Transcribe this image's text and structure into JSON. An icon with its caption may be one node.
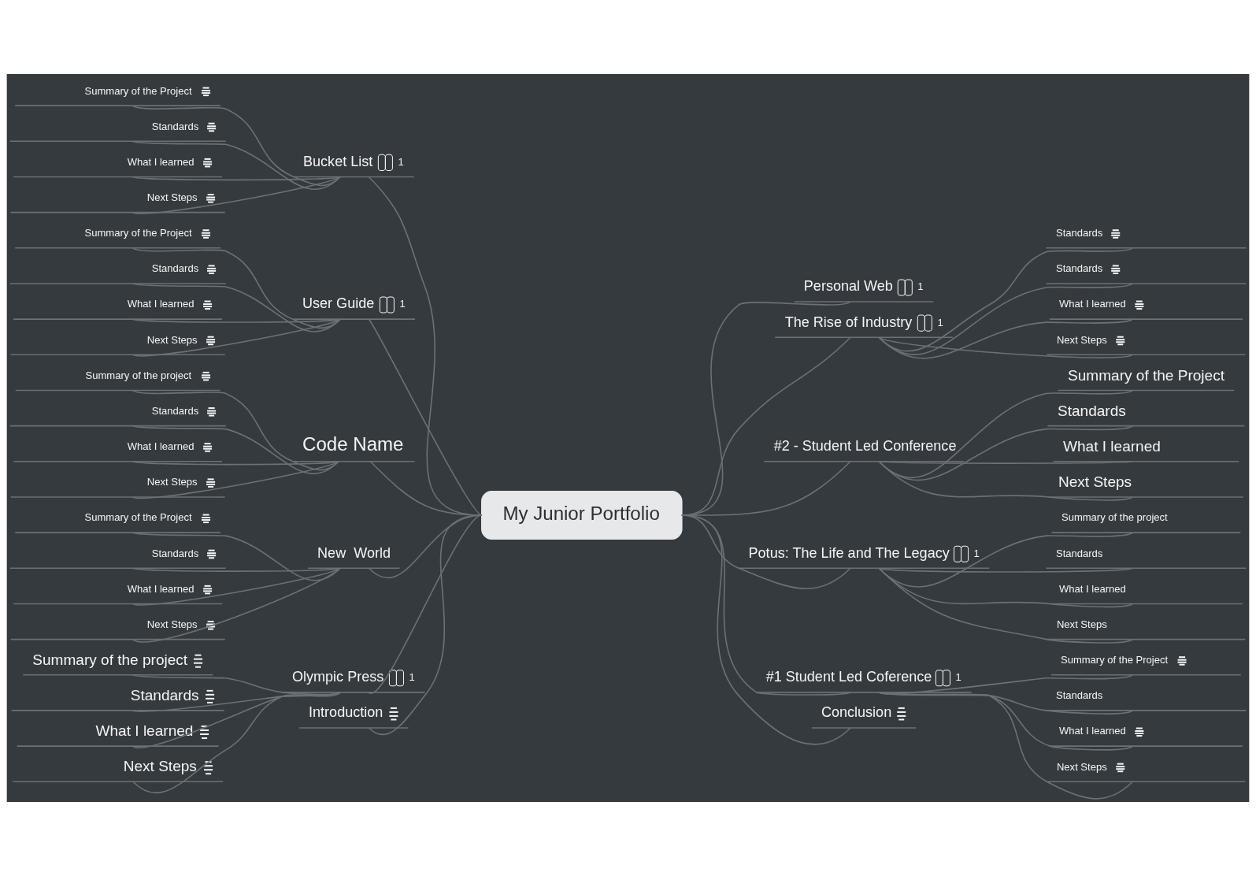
{
  "diagram": {
    "nodes": [
      {
        "text": [
          "My Junior Portfolio"
        ]
      },
      {
        "text": [
          "Bucket List",
          "1"
        ]
      },
      {
        "text": [
          "Summary of the Project"
        ]
      },
      {
        "text": [
          "Standards"
        ]
      },
      {
        "text": [
          "What I learned"
        ]
      },
      {
        "text": [
          "Next Steps"
        ]
      },
      {
        "text": [
          "User Guide",
          "1"
        ]
      },
      {
        "text": [
          "Summary of the Project"
        ]
      },
      {
        "text": [
          "Standards"
        ]
      },
      {
        "text": [
          "What I learned"
        ]
      },
      {
        "text": [
          "Next Steps"
        ]
      },
      {
        "text": [
          "Code Name"
        ]
      },
      {
        "text": [
          "Summary of the project"
        ]
      },
      {
        "text": [
          "Standards"
        ]
      },
      {
        "text": [
          "What I learned"
        ]
      },
      {
        "text": [
          "Next Steps"
        ]
      },
      {
        "text": [
          "New  World"
        ]
      },
      {
        "text": [
          "Summary of the Project"
        ]
      },
      {
        "text": [
          "Standards"
        ]
      },
      {
        "text": [
          "What I learned"
        ]
      },
      {
        "text": [
          "Next Steps"
        ]
      },
      {
        "text": [
          "Olympic Press",
          "1"
        ]
      },
      {
        "text": [
          "Summary of the project"
        ]
      },
      {
        "text": [
          "Standards"
        ]
      },
      {
        "text": [
          "What I learned"
        ]
      },
      {
        "text": [
          "Next Steps"
        ]
      },
      {
        "text": [
          "Introduction"
        ]
      },
      {
        "text": [
          "Personal Web",
          "1"
        ]
      },
      {
        "text": [
          "The Rise of Industry",
          "1"
        ]
      },
      {
        "text": [
          "Standards"
        ]
      },
      {
        "text": [
          "Standards"
        ]
      },
      {
        "text": [
          "What I learned"
        ]
      },
      {
        "text": [
          "Next Steps"
        ]
      },
      {
        "text": [
          "#2 - Student Led Conference"
        ]
      },
      {
        "text": [
          "Summary of the Project"
        ]
      },
      {
        "text": [
          "Standards"
        ]
      },
      {
        "text": [
          "What I learned"
        ]
      },
      {
        "text": [
          "Next Steps"
        ]
      },
      {
        "text": [
          "Potus: The Life and The Legacy",
          "1"
        ]
      },
      {
        "text": [
          "Summary of the project"
        ]
      },
      {
        "text": [
          "Standards"
        ]
      },
      {
        "text": [
          "What I learned"
        ]
      },
      {
        "text": [
          "Next Steps"
        ]
      },
      {
        "text": [
          "#1 Student Led Coference",
          "1"
        ]
      },
      {
        "text": [
          "Summary of the Project"
        ]
      },
      {
        "text": [
          "Standards"
        ]
      },
      {
        "text": [
          "What I learned"
        ]
      },
      {
        "text": [
          "Next Steps"
        ]
      },
      {
        "text": [
          "Conclusion"
        ]
      }
    ],
    "edges": [
      {
        "from": 2,
        "to": 1,
        "arrow": "none"
      },
      {
        "from": 3,
        "to": 1,
        "arrow": "none"
      },
      {
        "from": 4,
        "to": 1,
        "arrow": "none"
      },
      {
        "from": 5,
        "to": 1,
        "arrow": "none"
      },
      {
        "from": 1,
        "to": 0,
        "arrow": "none"
      },
      {
        "from": 7,
        "to": 6,
        "arrow": "none"
      },
      {
        "from": 8,
        "to": 6,
        "arrow": "none"
      },
      {
        "from": 9,
        "to": 6,
        "arrow": "none"
      },
      {
        "from": 10,
        "to": 6,
        "arrow": "none"
      },
      {
        "from": 6,
        "to": 0,
        "arrow": "none"
      },
      {
        "from": 12,
        "to": 11,
        "arrow": "none"
      },
      {
        "from": 13,
        "to": 11,
        "arrow": "none"
      },
      {
        "from": 14,
        "to": 11,
        "arrow": "none"
      },
      {
        "from": 15,
        "to": 11,
        "arrow": "none"
      },
      {
        "from": 11,
        "to": 0,
        "arrow": "none"
      },
      {
        "from": 17,
        "to": 16,
        "arrow": "none"
      },
      {
        "from": 18,
        "to": 16,
        "arrow": "none"
      },
      {
        "from": 19,
        "to": 16,
        "arrow": "none"
      },
      {
        "from": 20,
        "to": 16,
        "arrow": "none"
      },
      {
        "from": 16,
        "to": 0,
        "arrow": "none"
      },
      {
        "from": 22,
        "to": 21,
        "arrow": "none"
      },
      {
        "from": 23,
        "to": 21,
        "arrow": "none"
      },
      {
        "from": 24,
        "to": 21,
        "arrow": "none"
      },
      {
        "from": 25,
        "to": 21,
        "arrow": "none"
      },
      {
        "from": 21,
        "to": 0,
        "arrow": "none"
      },
      {
        "from": 26,
        "to": 0,
        "arrow": "none"
      },
      {
        "from": 0,
        "to": 27,
        "arrow": "none"
      },
      {
        "from": 0,
        "to": 28,
        "arrow": "none"
      },
      {
        "from": 28,
        "to": 29,
        "arrow": "none"
      },
      {
        "from": 28,
        "to": 30,
        "arrow": "none"
      },
      {
        "from": 28,
        "to": 31,
        "arrow": "none"
      },
      {
        "from": 28,
        "to": 32,
        "arrow": "none"
      },
      {
        "from": 0,
        "to": 33,
        "arrow": "none"
      },
      {
        "from": 33,
        "to": 34,
        "arrow": "none"
      },
      {
        "from": 33,
        "to": 35,
        "arrow": "none"
      },
      {
        "from": 33,
        "to": 36,
        "arrow": "none"
      },
      {
        "from": 33,
        "to": 37,
        "arrow": "none"
      },
      {
        "from": 0,
        "to": 38,
        "arrow": "none"
      },
      {
        "from": 38,
        "to": 39,
        "arrow": "none"
      },
      {
        "from": 38,
        "to": 40,
        "arrow": "none"
      },
      {
        "from": 38,
        "to": 41,
        "arrow": "none"
      },
      {
        "from": 38,
        "to": 42,
        "arrow": "none"
      },
      {
        "from": 0,
        "to": 43,
        "arrow": "none"
      },
      {
        "from": 43,
        "to": 44,
        "arrow": "none"
      },
      {
        "from": 43,
        "to": 45,
        "arrow": "none"
      },
      {
        "from": 43,
        "to": 46,
        "arrow": "none"
      },
      {
        "from": 43,
        "to": 47,
        "arrow": "none"
      },
      {
        "from": 0,
        "to": 48,
        "arrow": "none"
      }
    ]
  }
}
